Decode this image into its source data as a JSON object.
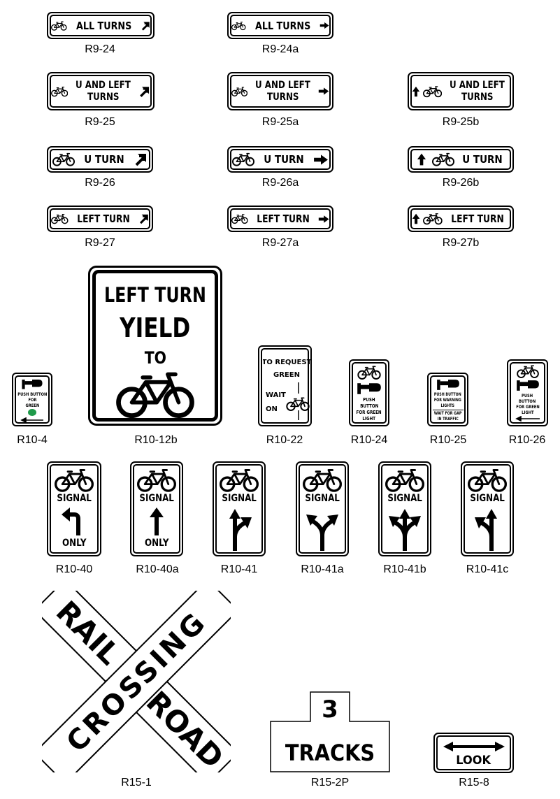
{
  "captions": {
    "r9_24": "R9-24",
    "r9_24a": "R9-24a",
    "r9_25": "R9-25",
    "r9_25a": "R9-25a",
    "r9_25b": "R9-25b",
    "r9_26": "R9-26",
    "r9_26a": "R9-26a",
    "r9_26b": "R9-26b",
    "r9_27": "R9-27",
    "r9_27a": "R9-27a",
    "r9_27b": "R9-27b",
    "r10_4": "R10-4",
    "r10_12b": "R10-12b",
    "r10_22": "R10-22",
    "r10_24": "R10-24",
    "r10_25": "R10-25",
    "r10_26": "R10-26",
    "r10_40": "R10-40",
    "r10_40a": "R10-40a",
    "r10_41": "R10-41",
    "r10_41a": "R10-41a",
    "r10_41b": "R10-41b",
    "r10_41c": "R10-41c",
    "r15_1": "R15-1",
    "r15_2p": "R15-2P",
    "r15_8": "R15-8"
  },
  "signs": {
    "all_turns": "ALL TURNS",
    "u_and_left": "U AND LEFT",
    "turns": "TURNS",
    "u_turn": "U TURN",
    "left_turn": "LEFT TURN",
    "yield": "YIELD",
    "to": "TO",
    "to_request": "TO REQUEST",
    "green": "GREEN",
    "wait": "WAIT",
    "on": "ON",
    "push_button": "PUSH BUTTON",
    "for": "FOR",
    "push": "PUSH",
    "button": "BUTTON",
    "for_green": "FOR GREEN",
    "light": "LIGHT",
    "for_warning": "FOR WARNING",
    "lights": "LIGHTS",
    "wait_for_gap": "WAIT FOR GAP",
    "in_traffic": "IN TRAFFIC",
    "signal": "SIGNAL",
    "only": "ONLY",
    "rail": "RAIL",
    "road": "ROAD",
    "crossing": "CROSSING",
    "three": "3",
    "tracks": "TRACKS",
    "look": "LOOK"
  },
  "colors": {
    "ink": "#000000",
    "paper": "#ffffff",
    "green_dot": "#1f9a4a"
  }
}
